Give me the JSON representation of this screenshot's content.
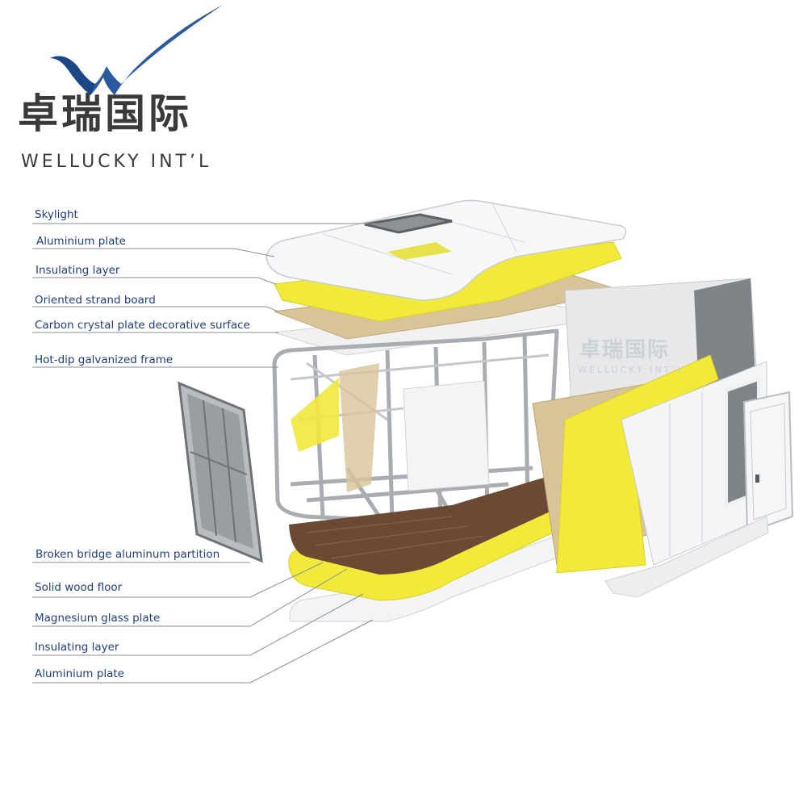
{
  "brand": {
    "name_cn": "卓瑞国际",
    "name_en": "WELLUCKY  INT’L",
    "logo_icon": "w-swoosh-icon",
    "logo_color": "#2c5a9e"
  },
  "watermark": {
    "name_cn": "卓瑞国际",
    "name_en": "WELLUCKY INT’L"
  },
  "labels": {
    "top": [
      "Skylight",
      "Aluminium plate",
      "Insulating layer",
      "Oriented strand board",
      "Carbon crystal plate decorative surface",
      "Hot-dip galvanized frame"
    ],
    "bottom": [
      "Broken bridge aluminum partition",
      "Solid wood floor",
      "Magnesium glass plate",
      "Insulating layer",
      "Aluminium plate"
    ]
  },
  "colors": {
    "label_text": "#1f3f73",
    "leader_line": "#8a8f96",
    "insulation_yellow": "#f2ea3a",
    "osb": "#d9c49a",
    "wood_floor": "#6b4a33",
    "aluminium_white": "#f4f5f6",
    "frame_grey": "#a9adb2"
  }
}
